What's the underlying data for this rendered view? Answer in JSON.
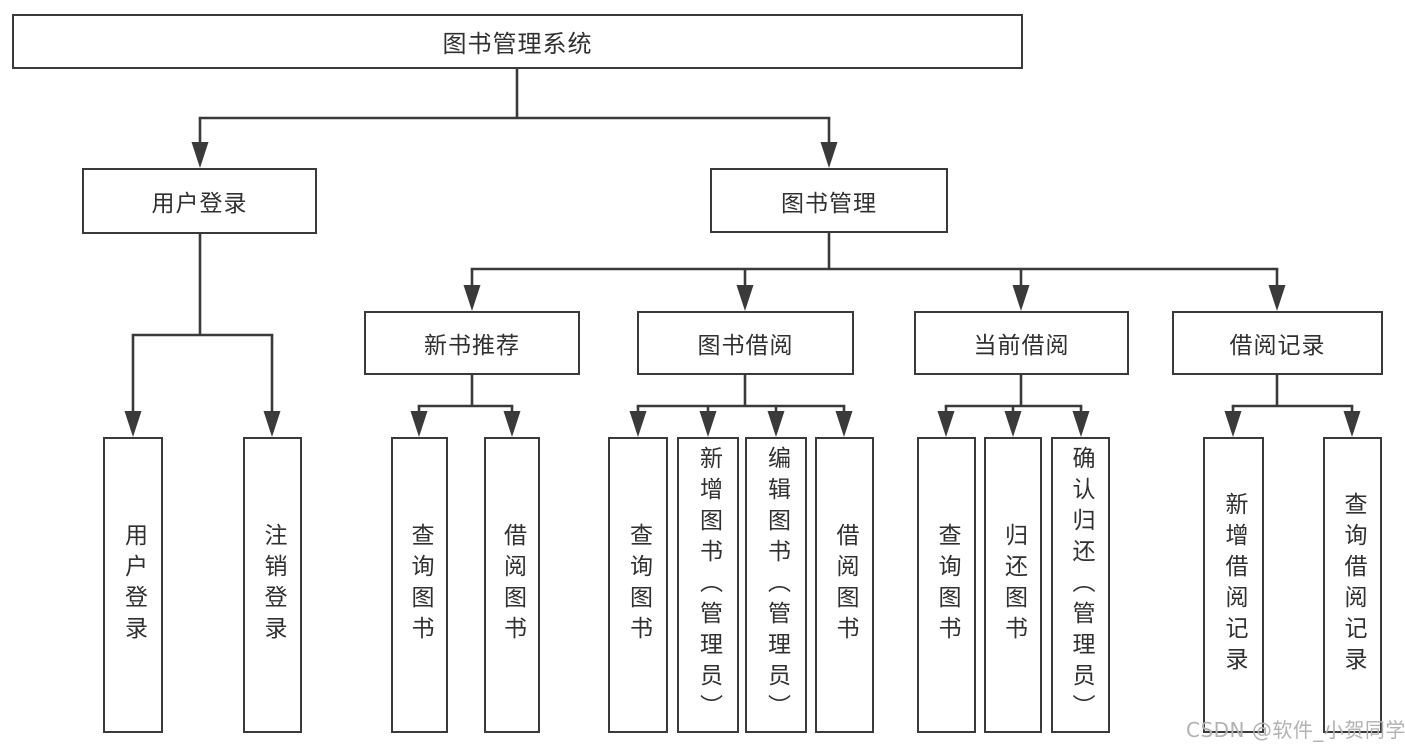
{
  "diagram": {
    "title_node": {
      "label": "图书管理系统"
    },
    "level2": [
      {
        "label": "用户登录"
      },
      {
        "label": "图书管理"
      }
    ],
    "level3": [
      {
        "label": "新书推荐"
      },
      {
        "label": "图书借阅"
      },
      {
        "label": "当前借阅"
      },
      {
        "label": "借阅记录"
      }
    ],
    "leaves": {
      "user_login": [
        {
          "label": "用户登录"
        },
        {
          "label": "注销登录"
        }
      ],
      "new_book": [
        {
          "label": "查询图书"
        },
        {
          "label": "借阅图书"
        }
      ],
      "book_borrow": [
        {
          "label": "查询图书"
        },
        {
          "label": "新增图书（管理员）"
        },
        {
          "label": "编辑图书（管理员）"
        },
        {
          "label": "借阅图书"
        }
      ],
      "current_borrow": [
        {
          "label": "查询图书"
        },
        {
          "label": "归还图书"
        },
        {
          "label": "确认归还（管理员）"
        }
      ],
      "borrow_record": [
        {
          "label": "新增借阅记录"
        },
        {
          "label": "查询借阅记录"
        }
      ]
    }
  },
  "watermark": "CSDN @软件_小贺同学",
  "colors": {
    "line": "#3a3a3a",
    "box_border": "#3a3a3a",
    "text": "#303030",
    "watermark": "#b2b2b2",
    "background": "#ffffff"
  }
}
